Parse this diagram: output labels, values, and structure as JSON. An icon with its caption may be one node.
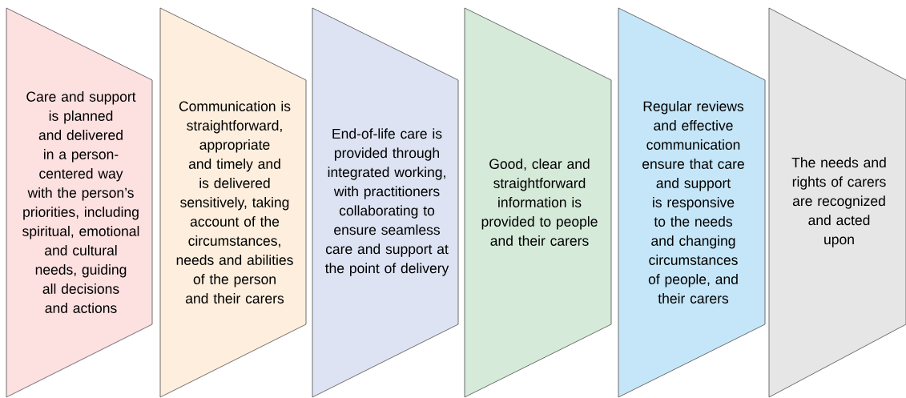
{
  "diagram": {
    "nodes": [
      {
        "text": [
          "Care and support is planned and delivered in a person-centered way with the person’s priorities, including spiritual, emotional and cultural needs, guiding all decisions and actions"
        ]
      },
      {
        "text": [
          "Communication is straightforward, appropriate and timely and is delivered sensitively, taking account of the circumstances, needs and abilities of the person and their carers"
        ]
      },
      {
        "text": [
          "End-of-life care is provided through integrated working, with practitioners collaborating to ensure seamless care and support at the point of delivery"
        ]
      },
      {
        "text": [
          "Good, clear and straightforward information is provided to people and their carers"
        ]
      },
      {
        "text": [
          "Regular reviews and effective communication ensure that care and support is responsive to the needs and changing circumstances of people, and their carers"
        ]
      },
      {
        "text": [
          "The needs and rights of carers are recognized and acted upon"
        ]
      }
    ]
  }
}
